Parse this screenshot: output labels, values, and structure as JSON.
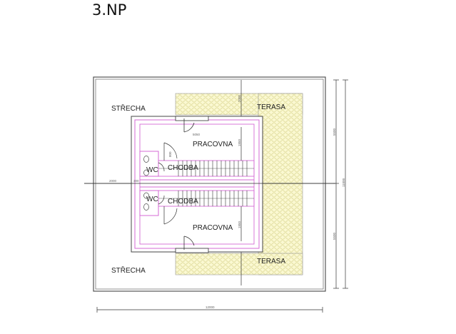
{
  "title": "3.NP",
  "rooms": {
    "roof_top": "STŘECHA",
    "roof_bottom": "STŘECHA",
    "terrace_top": "TERASA",
    "terrace_bottom": "TERASA",
    "study_top": "PRACOVNA",
    "study_bottom": "PRACOVNA",
    "hall_top": "CHODBA",
    "hall_bottom": "CHODBA",
    "wc_top": "WC",
    "wc_bottom": "WC"
  },
  "dimensions": {
    "overall_width": "12000",
    "overall_height": "11000",
    "upper_half": "5500",
    "lower_half": "5500",
    "left_offset": "2000",
    "wall_thickness": "300",
    "study_width": "5050",
    "study_depth": "1950",
    "door_width": "800",
    "terrace_depth": "2000"
  },
  "colors": {
    "terrace_fill": "#fbf9d2",
    "terrace_pattern": "#e6e2a8",
    "wall_accent": "#d46ad4",
    "outline": "#444444"
  }
}
